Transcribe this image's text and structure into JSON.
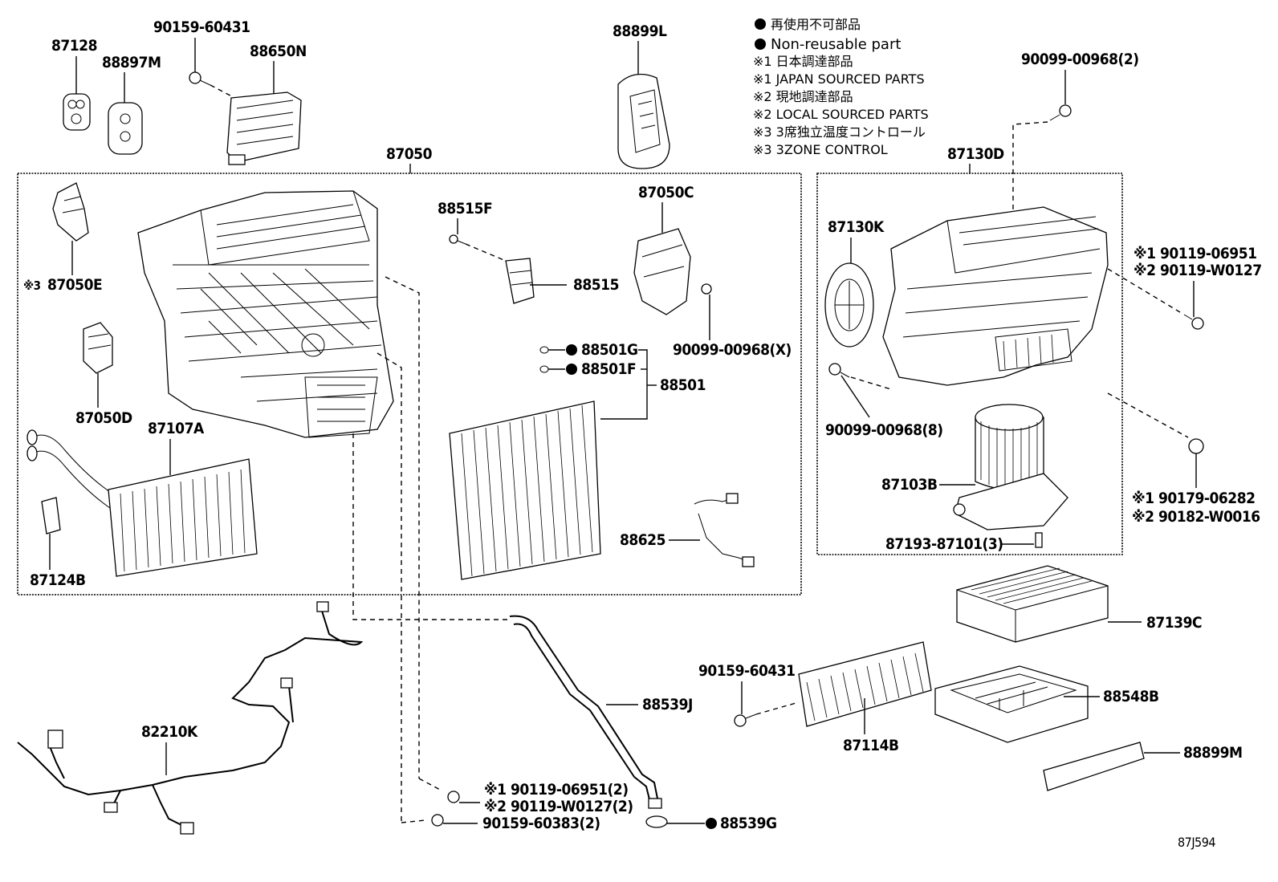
{
  "legend": {
    "l1": "再使用不可部品",
    "l2": "Non-reusable part",
    "l3": "※1 日本調達部品",
    "l4": "※1 JAPAN SOURCED PARTS",
    "l5": "※2 現地調達部品",
    "l6": "※2 LOCAL SOURCED PARTS",
    "l7": "※3 3席独立温度コントロール",
    "l8": "※3 3ZONE CONTROL"
  },
  "parts": {
    "p87128": "87128",
    "p88897M": "88897M",
    "p90159_60431_top": "90159-60431",
    "p88650N": "88650N",
    "p88899L": "88899L",
    "p87050": "87050",
    "p87050E": "87050E",
    "p87050E_mark": "※3",
    "p87050D": "87050D",
    "p87107A": "87107A",
    "p87124B": "87124B",
    "p88515F": "88515F",
    "p88515": "88515",
    "p87050C": "87050C",
    "p90099_00968_X": "90099-00968(X)",
    "p88501G": "88501G",
    "p88501F": "88501F",
    "p88501": "88501",
    "p88625": "88625",
    "p90099_00968_2": "90099-00968(2)",
    "p87130D": "87130D",
    "p87130K": "87130K",
    "p90119_06951": "※1 90119-06951",
    "p90119_W0127": "※2 90119-W0127",
    "p90099_00968_8": "90099-00968(8)",
    "p87103B": "87103B",
    "p90179_06282": "※1 90179-06282",
    "p90182_W0016": "※2 90182-W0016",
    "p87193_87101": "87193-87101(3)",
    "p87139C": "87139C",
    "p90159_60431_mid": "90159-60431",
    "p88548B": "88548B",
    "p87114B": "87114B",
    "p88899M": "88899M",
    "p88539J": "88539J",
    "p82210K": "82210K",
    "p90119_06951_2": "※1 90119-06951(2)",
    "p90119_W0127_2": "※2 90119-W0127(2)",
    "p90159_60383_2": "90159-60383(2)",
    "p88539G": "88539G"
  },
  "diagram_code": "87J594"
}
